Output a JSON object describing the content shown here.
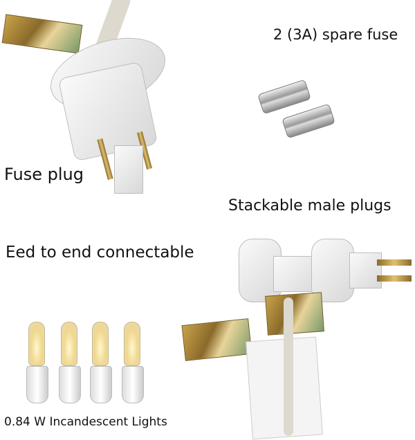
{
  "labels": {
    "spare_fuse": "2 (3A) spare fuse",
    "fuse_plug": "Fuse plug",
    "stackable": "Stackable male plugs",
    "end_to_end": "Eed to end connectable",
    "bulbs": "0.84 W Incandescent Lights"
  }
}
